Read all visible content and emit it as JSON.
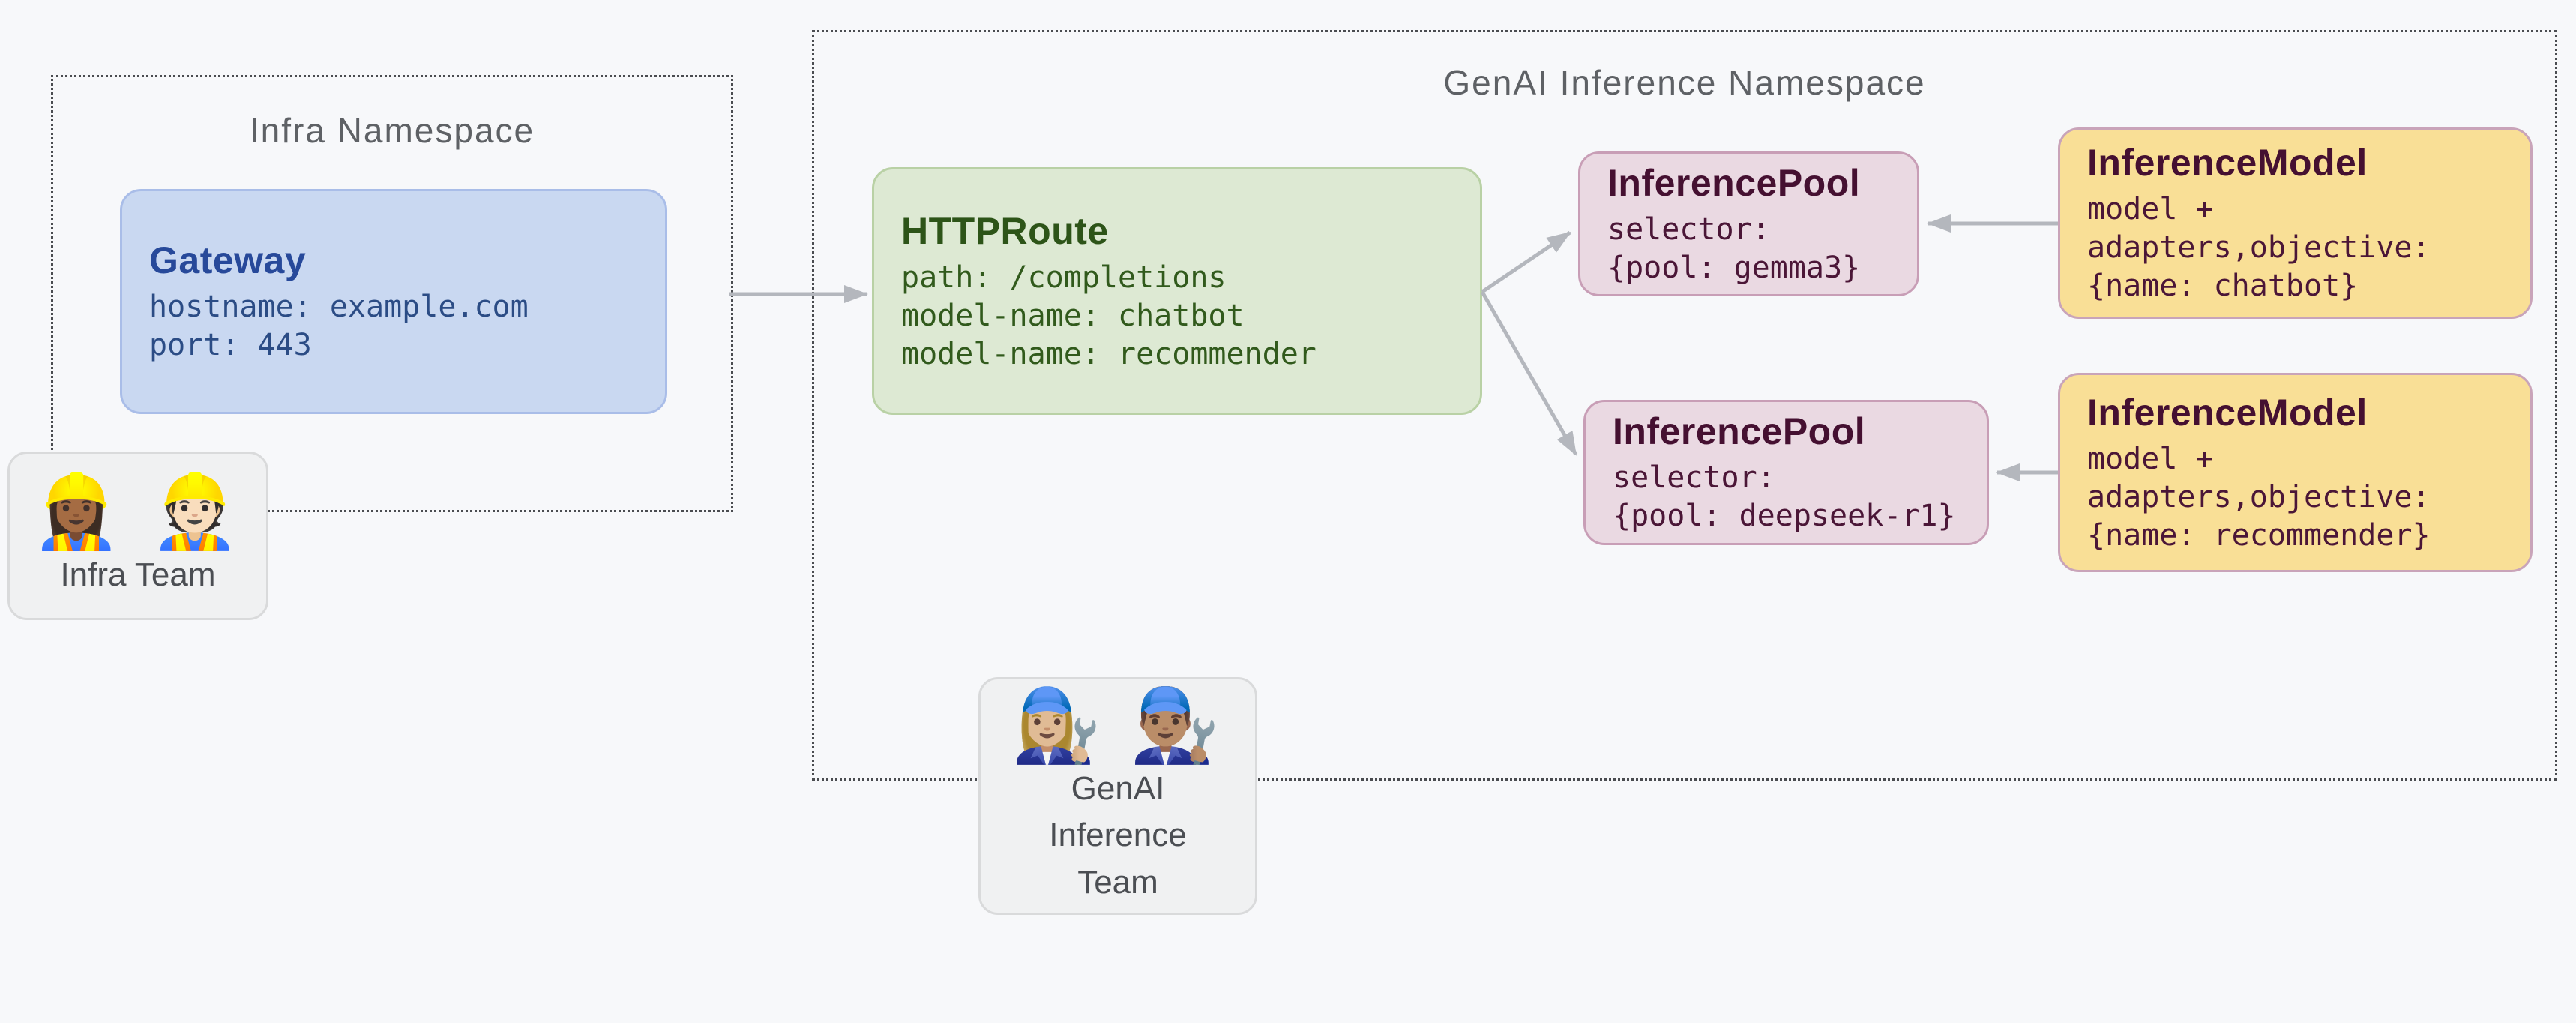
{
  "canvas": {
    "background": "#f7f8fa"
  },
  "namespaces": {
    "infra": {
      "title": "Infra Namespace"
    },
    "genai": {
      "title": "GenAI Inference Namespace"
    }
  },
  "nodes": {
    "gateway": {
      "title": "Gateway",
      "lines": [
        "hostname: example.com",
        "port: 443"
      ],
      "fill": "#c9d8f1",
      "border": "#a9bde8",
      "text": "#27499a"
    },
    "httproute": {
      "title": "HTTPRoute",
      "lines": [
        "path: /completions",
        "model-name: chatbot",
        "model-name: recommender"
      ],
      "fill": "#dde9d3",
      "border": "#b9d1a5",
      "text": "#2d5418"
    },
    "pool_gemma3": {
      "title": "InferencePool",
      "lines": [
        "selector:",
        "{pool: gemma3}"
      ],
      "fill": "#ead9e2",
      "border": "#c89eb6",
      "text": "#451031"
    },
    "pool_deepseek_r1": {
      "title": "InferencePool",
      "lines": [
        "selector:",
        "{pool: deepseek-r1}"
      ],
      "fill": "#ead9e2",
      "border": "#c89eb6",
      "text": "#451031"
    },
    "model_chatbot": {
      "title": "InferenceModel",
      "lines": [
        "model +",
        "adapters,objective:",
        "{name: chatbot}"
      ],
      "fill": "#f9df96",
      "border": "#c9a4b9",
      "text": "#451031"
    },
    "model_recommender": {
      "title": "InferenceModel",
      "lines": [
        "model +",
        "adapters,objective:",
        "{name: recommender}"
      ],
      "fill": "#f9df96",
      "border": "#c9a4b9",
      "text": "#451031"
    }
  },
  "teams": {
    "infra": {
      "emoji": "👷🏾‍♀️ 👷🏻",
      "label": "Infra Team"
    },
    "genai": {
      "emoji": "👩🏼‍🔧 👨🏽‍🔧",
      "label": "GenAI Inference Team"
    }
  },
  "arrows": {
    "color": "#b4b7bd",
    "connections": [
      {
        "from": "infra-namespace",
        "to": "httproute"
      },
      {
        "from": "httproute",
        "to": "pool_gemma3"
      },
      {
        "from": "httproute",
        "to": "pool_deepseek_r1"
      },
      {
        "from": "model_chatbot",
        "to": "pool_gemma3"
      },
      {
        "from": "model_recommender",
        "to": "pool_deepseek_r1"
      }
    ]
  }
}
